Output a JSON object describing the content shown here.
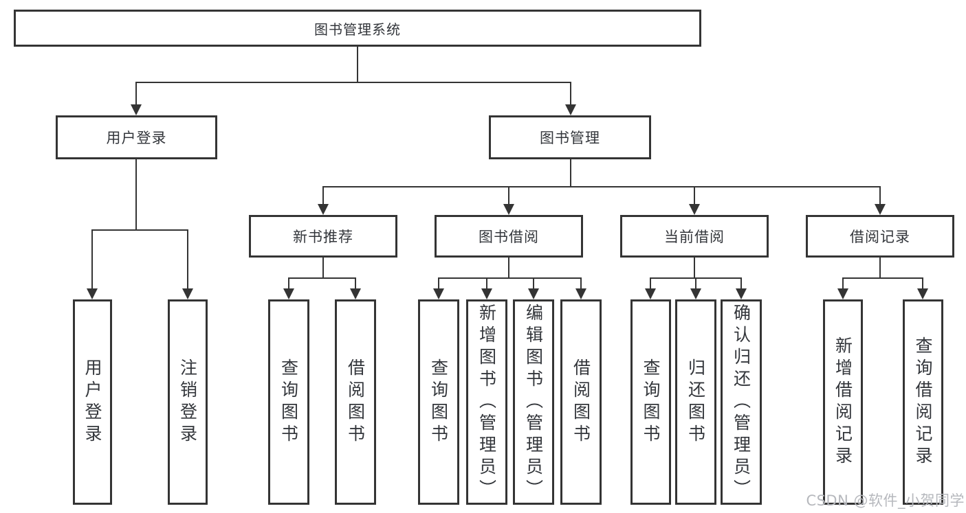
{
  "diagram": {
    "type": "tree",
    "colors": {
      "line": "#343434",
      "text": "#33363b",
      "background": "#ffffff",
      "watermark": "#b6b8bd"
    },
    "tree": {
      "label": "图书管理系统",
      "children": [
        {
          "label": "用户登录",
          "children": [
            {
              "label": "用户登录"
            },
            {
              "label": "注销登录"
            }
          ]
        },
        {
          "label": "图书管理",
          "children": [
            {
              "label": "新书推荐",
              "children": [
                {
                  "label": "查询图书"
                },
                {
                  "label": "借阅图书"
                }
              ]
            },
            {
              "label": "图书借阅",
              "children": [
                {
                  "label": "查询图书"
                },
                {
                  "label": "新增图书（管理员）"
                },
                {
                  "label": "编辑图书（管理员）"
                },
                {
                  "label": "借阅图书"
                }
              ]
            },
            {
              "label": "当前借阅",
              "children": [
                {
                  "label": "查询图书"
                },
                {
                  "label": "归还图书"
                },
                {
                  "label": "确认归还（管理员）"
                }
              ]
            },
            {
              "label": "借阅记录",
              "children": [
                {
                  "label": "新增借阅记录"
                },
                {
                  "label": "查询借阅记录"
                }
              ]
            }
          ]
        }
      ]
    },
    "watermark": {
      "text": "CSDN @软件_小贺同学"
    }
  }
}
